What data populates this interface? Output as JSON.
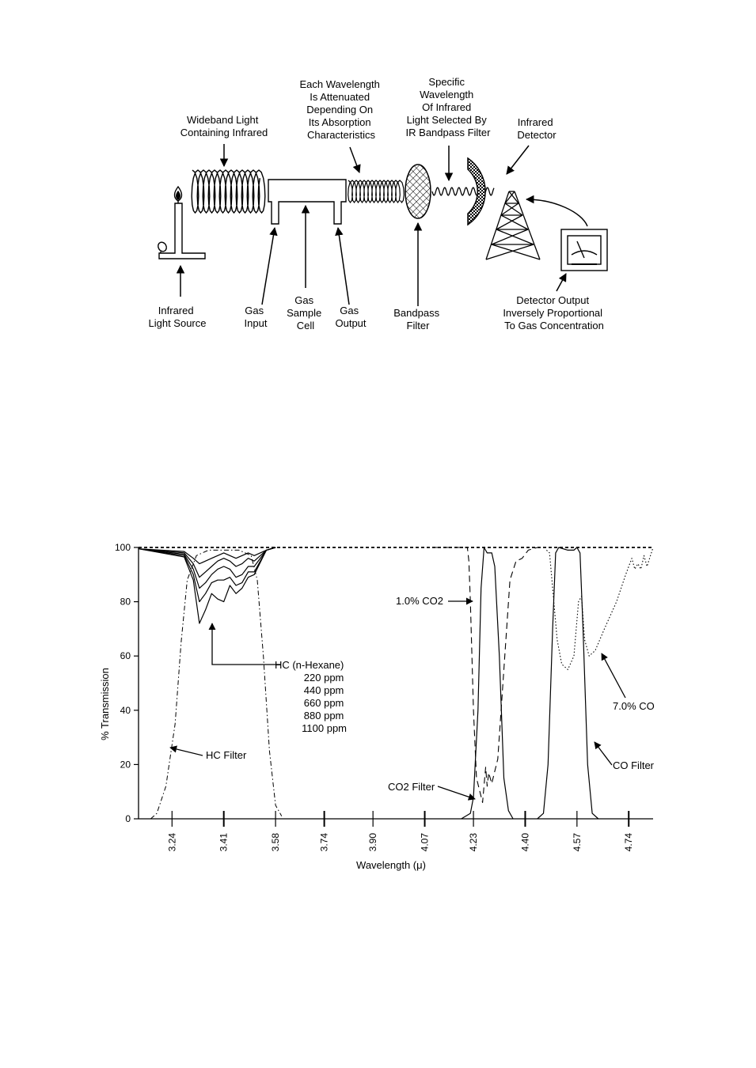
{
  "diagram": {
    "labels": {
      "wideband": [
        "Wideband Light",
        "Containing Infrared"
      ],
      "attenuated": [
        "Each Wavelength",
        "Is Attenuated",
        "Depending On",
        "Its Absorption",
        "Characteristics"
      ],
      "specific": [
        "Specific",
        "Wavelength",
        "Of Infrared",
        "Light Selected By",
        "IR Bandpass Filter"
      ],
      "detector": [
        "Infrared",
        "Detector"
      ],
      "source": [
        "Infrared",
        "Light Source"
      ],
      "gas_input": [
        "Gas",
        "Input"
      ],
      "sample_cell": [
        "Gas",
        "Sample",
        "Cell"
      ],
      "gas_output": [
        "Gas",
        "Output"
      ],
      "bandpass": [
        "Bandpass",
        "Filter"
      ],
      "output": [
        "Detector Output",
        "Inversely Proportional",
        "To Gas Concentration"
      ]
    }
  },
  "chart_data": {
    "type": "line",
    "xlabel": "Wavelength (μ)",
    "ylabel": "% Transmission",
    "x_ticks": [
      "3.24",
      "3.41",
      "3.58",
      "3.74",
      "3.90",
      "4.07",
      "4.23",
      "4.40",
      "4.57",
      "4.74"
    ],
    "y_ticks": [
      "0",
      "20",
      "40",
      "60",
      "80",
      "100"
    ],
    "ylim": [
      0,
      100
    ],
    "xlim": [
      3.13,
      4.82
    ],
    "annotations": {
      "hc": [
        "HC (n-Hexane)",
        "220 ppm",
        "440 ppm",
        "660 ppm",
        "880 ppm",
        "1100 ppm"
      ],
      "hc_filter": "HC Filter",
      "co2_gas": "1.0% CO2",
      "co2_filter": "CO2 Filter",
      "co_gas": "7.0% CO",
      "co_filter": "CO Filter"
    },
    "series": [
      {
        "id": "hc_filter",
        "style": "dashdot",
        "x": [
          3.17,
          3.19,
          3.22,
          3.25,
          3.27,
          3.29,
          3.32,
          3.36,
          3.41,
          3.46,
          3.5,
          3.52,
          3.54,
          3.56,
          3.58,
          3.6
        ],
        "y": [
          0,
          2,
          12,
          35,
          65,
          88,
          97,
          99,
          99,
          99,
          97,
          88,
          60,
          25,
          5,
          1
        ]
      },
      {
        "id": "hc_220",
        "style": "solid",
        "x": [
          3.13,
          3.28,
          3.31,
          3.33,
          3.35,
          3.37,
          3.39,
          3.41,
          3.43,
          3.45,
          3.47,
          3.49,
          3.51,
          3.55,
          3.58
        ],
        "y": [
          99.5,
          98.5,
          96,
          94,
          95,
          96,
          97,
          98,
          97,
          96,
          97,
          98,
          97,
          99,
          100
        ]
      },
      {
        "id": "hc_440",
        "style": "solid",
        "x": [
          3.13,
          3.28,
          3.31,
          3.33,
          3.35,
          3.37,
          3.39,
          3.41,
          3.43,
          3.45,
          3.47,
          3.49,
          3.51,
          3.55,
          3.58
        ],
        "y": [
          99.5,
          98,
          94,
          89,
          91,
          93,
          95,
          96,
          95,
          93,
          94,
          96,
          95,
          99,
          100
        ]
      },
      {
        "id": "hc_660",
        "style": "solid",
        "x": [
          3.13,
          3.28,
          3.31,
          3.33,
          3.35,
          3.37,
          3.39,
          3.41,
          3.43,
          3.45,
          3.47,
          3.49,
          3.51,
          3.55,
          3.58
        ],
        "y": [
          99.5,
          97.5,
          92,
          85,
          87,
          90,
          92,
          93,
          92,
          89,
          90,
          93,
          93,
          99,
          100
        ]
      },
      {
        "id": "hc_880",
        "style": "solid",
        "x": [
          3.13,
          3.28,
          3.31,
          3.33,
          3.35,
          3.37,
          3.39,
          3.41,
          3.43,
          3.45,
          3.47,
          3.49,
          3.51,
          3.55,
          3.58
        ],
        "y": [
          99.5,
          97,
          90,
          80,
          83,
          87,
          88,
          88,
          89,
          86,
          87,
          91,
          91,
          99,
          100
        ]
      },
      {
        "id": "hc_1100",
        "style": "solid",
        "x": [
          3.13,
          3.28,
          3.31,
          3.33,
          3.35,
          3.37,
          3.39,
          3.41,
          3.43,
          3.45,
          3.47,
          3.49,
          3.51,
          3.55,
          3.58
        ],
        "y": [
          99.5,
          96.5,
          88,
          72,
          77,
          83,
          81,
          80,
          86,
          83,
          85,
          89,
          90,
          99,
          100
        ]
      },
      {
        "id": "co2_filter",
        "style": "solid",
        "x": [
          4.19,
          4.22,
          4.23,
          4.245,
          4.255,
          4.265,
          4.275,
          4.29,
          4.3,
          4.315,
          4.33,
          4.345,
          4.36
        ],
        "y": [
          0,
          2,
          8,
          40,
          85,
          100,
          98,
          98,
          93,
          60,
          15,
          3,
          0
        ]
      },
      {
        "id": "co2_gas",
        "style": "dashed",
        "x": [
          4.1,
          4.21,
          4.215,
          4.22,
          4.23,
          4.24,
          4.26,
          4.27,
          4.275,
          4.28,
          4.29,
          4.31,
          4.33,
          4.35,
          4.37,
          4.39,
          4.41,
          4.44
        ],
        "y": [
          100,
          100,
          95,
          80,
          40,
          15,
          6,
          19,
          12,
          17,
          13,
          22,
          55,
          88,
          95,
          96,
          99,
          100
        ]
      },
      {
        "id": "co_filter",
        "style": "solid",
        "x": [
          4.44,
          4.46,
          4.475,
          4.49,
          4.5,
          4.51,
          4.54,
          4.56,
          4.57,
          4.58,
          4.59,
          4.605,
          4.62,
          4.64
        ],
        "y": [
          0,
          2,
          20,
          70,
          98,
          100,
          99,
          99,
          100,
          98,
          70,
          20,
          2,
          0
        ]
      },
      {
        "id": "co_gas",
        "style": "dotted",
        "x": [
          4.47,
          4.48,
          4.49,
          4.505,
          4.52,
          4.54,
          4.56,
          4.575,
          4.585,
          4.595,
          4.61,
          4.63,
          4.66,
          4.7,
          4.73,
          4.75,
          4.76,
          4.77,
          4.78,
          4.79,
          4.8,
          4.82
        ],
        "y": [
          99,
          98,
          85,
          66,
          57,
          55,
          60,
          80,
          82,
          66,
          60,
          62,
          70,
          80,
          90,
          96,
          92,
          94,
          92,
          97,
          93,
          100
        ]
      },
      {
        "id": "top_ref",
        "style": "dashed-bold",
        "x": [
          3.13,
          4.82
        ],
        "y": [
          100,
          100
        ]
      }
    ]
  }
}
